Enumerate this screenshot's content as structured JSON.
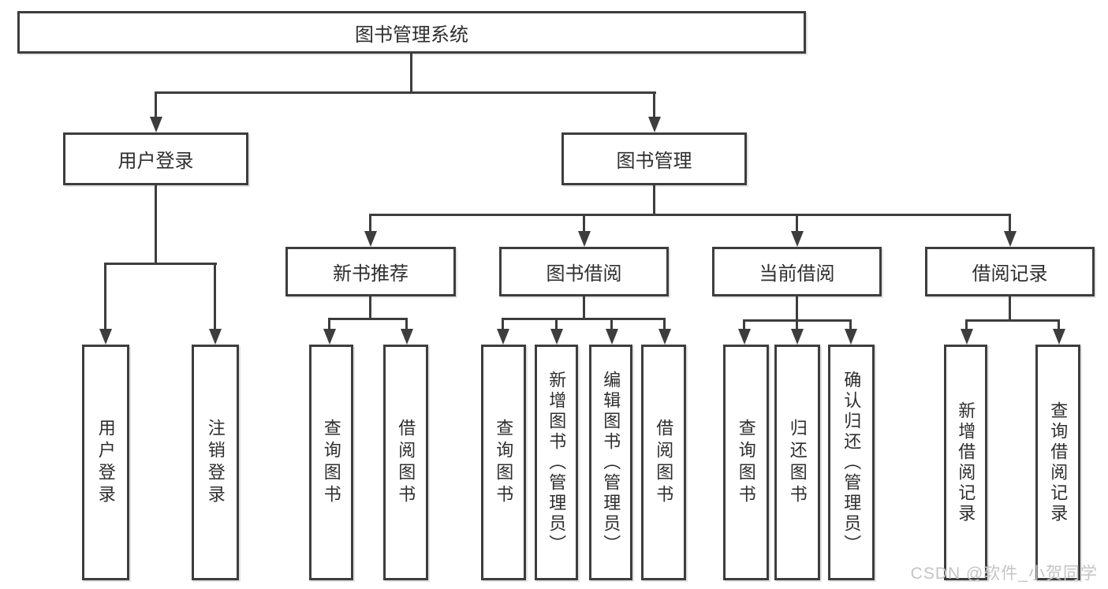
{
  "tree": {
    "root": "图书管理系统",
    "branches": [
      {
        "label": "用户登录",
        "children": [
          "用户登录",
          "注销登录"
        ]
      },
      {
        "label": "图书管理",
        "sections": [
          {
            "label": "新书推荐",
            "children": [
              "查询图书",
              "借阅图书"
            ]
          },
          {
            "label": "图书借阅",
            "children": [
              "查询图书",
              "新增图书（管理员）",
              "编辑图书（管理员）",
              "借阅图书"
            ]
          },
          {
            "label": "当前借阅",
            "children": [
              "查询图书",
              "归还图书",
              "确认归还（管理员）"
            ]
          },
          {
            "label": "借阅记录",
            "children": [
              "新增借阅记录",
              "查询借阅记录"
            ]
          }
        ]
      }
    ]
  },
  "watermark": "CSDN @软件_小贺同学",
  "colors": {
    "line": "#3d3d3d",
    "text": "#2e2e2e",
    "background": "#ffffff",
    "watermark": "#c4c4c4"
  }
}
